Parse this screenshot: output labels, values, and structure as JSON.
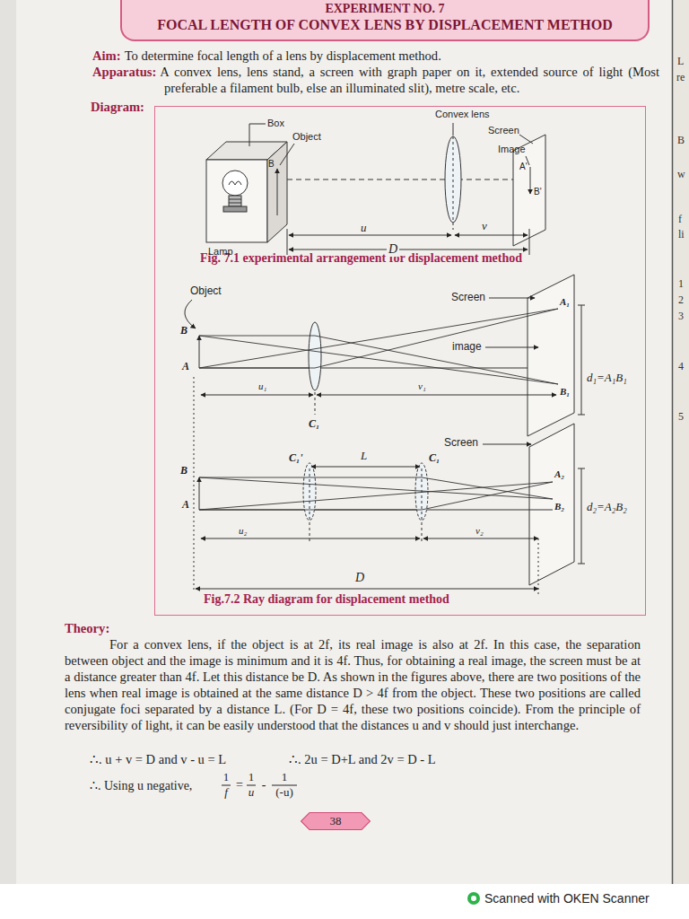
{
  "diagram": {
    "nodes": [
      {
        "text": [
          "EXPERIMENT NO. 7",
          "FOCAL LENGTH OF CONVEX LENS BY DISPLACEMENT METHOD"
        ]
      },
      {
        "text": [
          "Fig. 7.1 experimental arrangement for displacement method",
          "Fig.7.2 Ray diagram for displacement method"
        ]
      },
      {
        "text": [
          "38"
        ]
      }
    ],
    "labels": [
      "Aim:",
      "To determine focal length of a lens by displacement method.",
      "Apparatus:",
      "A convex lens, lens stand, a screen with graph paper on it, extended source of light (Most preferable a filament bulb, else an illuminated slit), metre scale, etc.",
      "Diagram:",
      "Box",
      "Object",
      "B",
      "Convex lens",
      "Screen",
      "Image",
      "A'",
      "B'",
      "Lamp",
      "u",
      "v",
      "D",
      "Object",
      "B",
      "A",
      "Screen",
      "A₁",
      "image",
      "B₁",
      "d₁=A₁B₁",
      "u₁",
      "v₁",
      "C₁",
      "Screen",
      "C₁'",
      "L",
      "C₁",
      "B",
      "A",
      "A₂",
      "B₂",
      "d₂=A₂B₂",
      "u₂",
      "v₂",
      "D",
      "Theory:",
      "For a convex lens, if the object is at 2f, its real image is also at 2f. In this case, the separation between object and the image is minimum and it is 4f. Thus, for obtaining a real image, the screen must be at a distance greater than 4f. Let this distance be D. As shown in the figures above, there are two positions of the lens when real image is obtained at the same distance D > 4f from the object. These two positions are called conjugate foci separated by a distance L. (For D = 4f, these two positions coincide). From the principle of reversibility of light, it can be easily understood that the distances u and v should just interchange.",
      "∴. u + v = D and v - u = L",
      "∴. 2u = D+L and 2v = D - L",
      "∴. Using u negative,",
      "1",
      "f",
      "=",
      "1",
      "u",
      "-",
      "1",
      "(-u)",
      "Scanned with OKEN Scanner",
      "L",
      "re",
      "B",
      "w",
      "f",
      "li",
      "1",
      "2",
      "3",
      "4",
      "5"
    ]
  }
}
